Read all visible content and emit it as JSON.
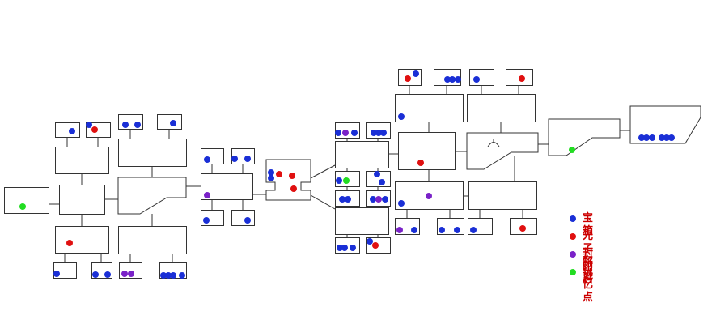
{
  "colors": {
    "treasure": "#1a2fd6",
    "photon_puzzle": "#e01010",
    "seal_stone": "#7a22c8",
    "memory_point": "#22dd22",
    "legend_text": "#cc0000",
    "line": "#333333"
  },
  "legend": [
    {
      "key": "treasure",
      "label": "宝箱"
    },
    {
      "key": "photon_puzzle",
      "label": "光子解谜"
    },
    {
      "key": "seal_stone",
      "label": "封印石"
    },
    {
      "key": "memory_point",
      "label": "记忆点"
    }
  ]
}
